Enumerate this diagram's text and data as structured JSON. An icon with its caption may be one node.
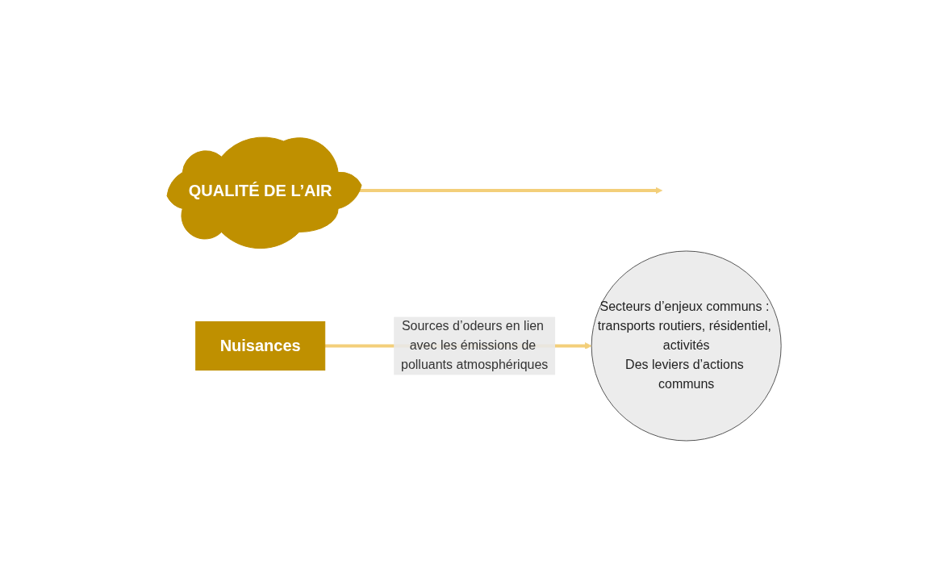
{
  "diagram": {
    "nodes": [
      {
        "text": [
          "QUALITÉ DE L’AIR"
        ]
      },
      {
        "text": [
          "Nuisances"
        ]
      },
      {
        "text": [
          "Secteurs d’enjeux communs : transports routiers, résidentiel, activités",
          "Des leviers d’actions communs"
        ]
      }
    ],
    "edges": [
      {
        "from": 1,
        "to": 2,
        "arrow": "to",
        "label": "Sources d’odeurs en lien avec les émissions de polluants atmosphériques"
      },
      {
        "from": 0,
        "to": null,
        "arrow": "to"
      }
    ]
  }
}
